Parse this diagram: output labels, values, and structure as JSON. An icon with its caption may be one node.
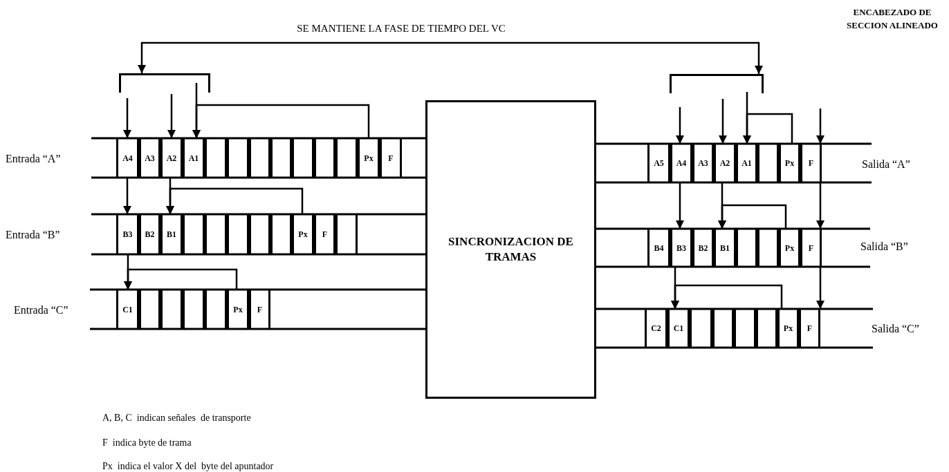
{
  "diagram": {
    "nodes": [
      {
        "text": [],
        "shape": "bracket"
      },
      {
        "text": [],
        "shape": "bracket"
      },
      {
        "text": [
          "SINCRONIZACION DE TRAMAS"
        ]
      },
      {
        "text": [
          "A4"
        ]
      },
      {
        "text": [
          "A3"
        ]
      },
      {
        "text": [
          "A2"
        ]
      },
      {
        "text": [
          "A1"
        ]
      },
      {
        "text": [],
        "shape": "box"
      },
      {
        "text": [],
        "shape": "box"
      },
      {
        "text": [],
        "shape": "box"
      },
      {
        "text": [],
        "shape": "box"
      },
      {
        "text": [],
        "shape": "box"
      },
      {
        "text": [],
        "shape": "box"
      },
      {
        "text": [],
        "shape": "box"
      },
      {
        "text": [
          "Px"
        ]
      },
      {
        "text": [
          "F"
        ]
      },
      {
        "text": [
          "B3"
        ]
      },
      {
        "text": [
          "B2"
        ]
      },
      {
        "text": [
          "B1"
        ]
      },
      {
        "text": [],
        "shape": "box"
      },
      {
        "text": [],
        "shape": "box"
      },
      {
        "text": [],
        "shape": "box"
      },
      {
        "text": [],
        "shape": "box"
      },
      {
        "text": [],
        "shape": "box"
      },
      {
        "text": [
          "Px"
        ]
      },
      {
        "text": [
          "F"
        ]
      },
      {
        "text": [],
        "shape": "box"
      },
      {
        "text": [
          "C1"
        ]
      },
      {
        "text": [],
        "shape": "box"
      },
      {
        "text": [],
        "shape": "box"
      },
      {
        "text": [],
        "shape": "box"
      },
      {
        "text": [],
        "shape": "box"
      },
      {
        "text": [
          "Px"
        ]
      },
      {
        "text": [
          "F"
        ]
      },
      {
        "text": [
          "A5"
        ]
      },
      {
        "text": [
          "A4"
        ]
      },
      {
        "text": [
          "A3"
        ]
      },
      {
        "text": [
          "A2"
        ]
      },
      {
        "text": [
          "A1"
        ]
      },
      {
        "text": [],
        "shape": "box"
      },
      {
        "text": [
          "Px"
        ]
      },
      {
        "text": [
          "F"
        ]
      },
      {
        "text": [
          "B4"
        ]
      },
      {
        "text": [
          "B3"
        ]
      },
      {
        "text": [
          "B2"
        ]
      },
      {
        "text": [
          "B1"
        ]
      },
      {
        "text": [],
        "shape": "box"
      },
      {
        "text": [],
        "shape": "box"
      },
      {
        "text": [
          "Px"
        ]
      },
      {
        "text": [
          "F"
        ]
      },
      {
        "text": [
          "C2"
        ]
      },
      {
        "text": [
          "C1"
        ]
      },
      {
        "text": [],
        "shape": "box"
      },
      {
        "text": [],
        "shape": "box"
      },
      {
        "text": [],
        "shape": "box"
      },
      {
        "text": [],
        "shape": "box"
      },
      {
        "text": [
          "Px"
        ]
      },
      {
        "text": [
          "F"
        ]
      }
    ],
    "edges": [
      {
        "from": 0,
        "to": 1,
        "arrow": "both",
        "label": "SE MANTIENE LA FASE DE TIEMPO DEL VC"
      },
      {
        "from": 0,
        "to": 3,
        "arrow": "to"
      },
      {
        "from": 0,
        "to": 5,
        "arrow": "to"
      },
      {
        "from": 0,
        "to": 6,
        "arrow": "to"
      },
      {
        "from": 14,
        "to": 6,
        "arrow": "to"
      },
      {
        "from": 3,
        "to": 16,
        "arrow": "to"
      },
      {
        "from": 5,
        "to": 18,
        "arrow": "to"
      },
      {
        "from": 24,
        "to": 18,
        "arrow": "to"
      },
      {
        "from": 16,
        "to": 27,
        "arrow": "to"
      },
      {
        "from": 32,
        "to": 27,
        "arrow": "to"
      },
      {
        "from": 1,
        "to": 35,
        "arrow": "to"
      },
      {
        "from": 1,
        "to": 37,
        "arrow": "to"
      },
      {
        "from": 1,
        "to": 38,
        "arrow": "to"
      },
      {
        "from": null,
        "to": 41,
        "arrow": "to"
      },
      {
        "from": 40,
        "to": 38,
        "arrow": "to"
      },
      {
        "from": 35,
        "to": 43,
        "arrow": "to"
      },
      {
        "from": 37,
        "to": 45,
        "arrow": "to"
      },
      {
        "from": 48,
        "to": 45,
        "arrow": "to"
      },
      {
        "from": 41,
        "to": 49,
        "arrow": "to"
      },
      {
        "from": 49,
        "to": 57,
        "arrow": "to"
      },
      {
        "from": 43,
        "to": 51,
        "arrow": "to"
      },
      {
        "from": 56,
        "to": 51,
        "arrow": "to"
      }
    ],
    "labels": [
      "ENCABEZADO DE SECCION ALINEADO",
      "Entrada “A”",
      "Salida “A”",
      "Entrada “B”",
      "Salida “B”",
      "Entrada “C”",
      "Salida “C”",
      "A, B, C  indican señales  de transporte",
      "F  indica byte de trama",
      "Px  indica el valor X del  byte del apuntador"
    ]
  }
}
